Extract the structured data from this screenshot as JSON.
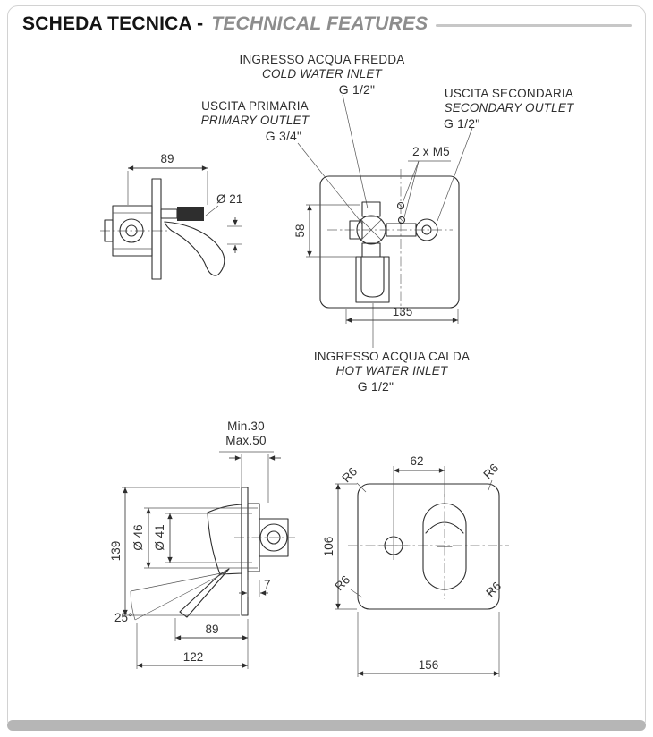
{
  "colors": {
    "line": "#2e2e2e",
    "title": "#141414",
    "subtitle": "#8d8d8d",
    "border": "#d2d2d2",
    "footer_bar": "#b6b6b6"
  },
  "header": {
    "title": "SCHEDA TECNICA -",
    "subtitle": "TECHNICAL FEATURES"
  },
  "callouts": {
    "cold_inlet": {
      "it": "INGRESSO ACQUA FREDDA",
      "en": "COLD WATER INLET",
      "thread": "G 1/2\""
    },
    "primary_outlet": {
      "it": "USCITA PRIMARIA",
      "en": "PRIMARY OUTLET",
      "thread": "G 3/4\""
    },
    "secondary_outlet": {
      "it": "USCITA SECONDARIA",
      "en": "SECONDARY OUTLET",
      "thread": "G 1/2\""
    },
    "hot_inlet": {
      "it": "INGRESSO ACQUA CALDA",
      "en": "HOT WATER INLET",
      "thread": "G 1/2\""
    },
    "screws": "2 x M5",
    "wall_depth_min": "Min.30",
    "wall_depth_max": "Max.50"
  },
  "dims": {
    "top_side": {
      "depth": "89",
      "handle_dia": "Ø 21"
    },
    "top_front": {
      "axis_height": "58",
      "body_width": "135"
    },
    "bottom_side": {
      "total_height": "139",
      "escutcheon_dia": "Ø 46",
      "inner_dia": "Ø 41",
      "plate_offset": "7",
      "lever_angle": "25°",
      "reach": "89",
      "max_reach": "122"
    },
    "bottom_front": {
      "corner_radius": "R6",
      "hole_offset": "62",
      "plate_height": "106",
      "plate_width": "156"
    }
  }
}
